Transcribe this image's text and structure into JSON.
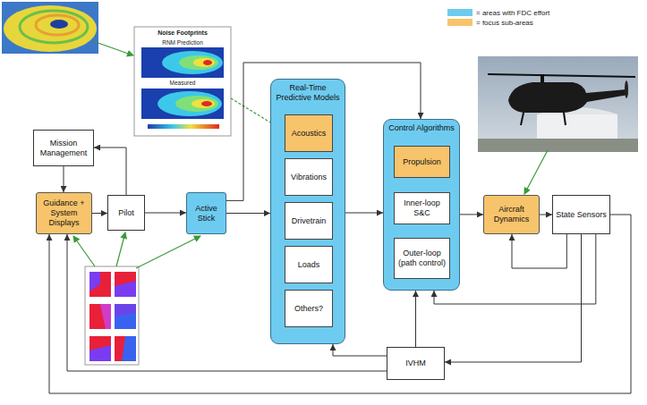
{
  "diagram": {
    "nodes": [
      {
        "text": [
          "Mission Management"
        ]
      },
      {
        "text": [
          "Guidance + System Displays"
        ]
      },
      {
        "text": [
          "Pilot"
        ]
      },
      {
        "text": [
          "Active Stick"
        ]
      },
      {
        "text": [
          "Real-Time Predictive Models"
        ]
      },
      {
        "text": [
          "Acoustics"
        ],
        "in": 4
      },
      {
        "text": [
          "Vibrations"
        ],
        "in": 4
      },
      {
        "text": [
          "Drivetrain"
        ],
        "in": 4
      },
      {
        "text": [
          "Loads"
        ],
        "in": 4
      },
      {
        "text": [
          "Others?"
        ],
        "in": 4
      },
      {
        "text": [
          "Control Algorithms"
        ]
      },
      {
        "text": [
          "Propulsion"
        ],
        "in": 10
      },
      {
        "text": [
          "Inner-loop S&C"
        ],
        "in": 10
      },
      {
        "text": [
          "Outer-loop (path control)"
        ],
        "in": 10
      },
      {
        "text": [
          "Aircraft Dynamics"
        ]
      },
      {
        "text": [
          "State Sensors"
        ]
      },
      {
        "text": [
          "IVHM"
        ]
      }
    ],
    "edges": [
      {
        "from": 2,
        "to": 0,
        "arrow": "to"
      },
      {
        "from": 0,
        "to": 1,
        "arrow": "to"
      },
      {
        "from": 1,
        "to": 2,
        "arrow": "to"
      },
      {
        "from": 2,
        "to": 3,
        "arrow": "to"
      },
      {
        "from": 3,
        "to": 4,
        "arrow": "to"
      },
      {
        "from": 4,
        "to": 10,
        "arrow": "to"
      },
      {
        "from": 10,
        "to": 14,
        "arrow": "to"
      },
      {
        "from": 14,
        "to": 15,
        "arrow": "to"
      },
      {
        "from": 11,
        "to": 12,
        "arrow": "both"
      },
      {
        "from": 12,
        "to": 13,
        "arrow": "both"
      },
      {
        "from": 3,
        "to": 10,
        "arrow": "to"
      },
      {
        "from": 15,
        "to": 16,
        "arrow": "to"
      },
      {
        "from": 16,
        "to": 4,
        "arrow": "to"
      },
      {
        "from": 16,
        "to": 10,
        "arrow": "to"
      },
      {
        "from": 16,
        "to": 1,
        "arrow": "to"
      },
      {
        "from": 15,
        "to": 1,
        "arrow": "to"
      },
      {
        "from": 15,
        "to": 10,
        "arrow": "to"
      },
      {
        "from": 15,
        "to": 14,
        "arrow": "to"
      }
    ],
    "labels": [
      "Noise Footprints",
      "RNM Prediction",
      "Measured"
    ],
    "legend": [
      {
        "text": "= areas with FDC effort",
        "color": "#6ecbf0"
      },
      {
        "text": "= focus sub-areas",
        "color": "#f7c46c"
      }
    ]
  }
}
